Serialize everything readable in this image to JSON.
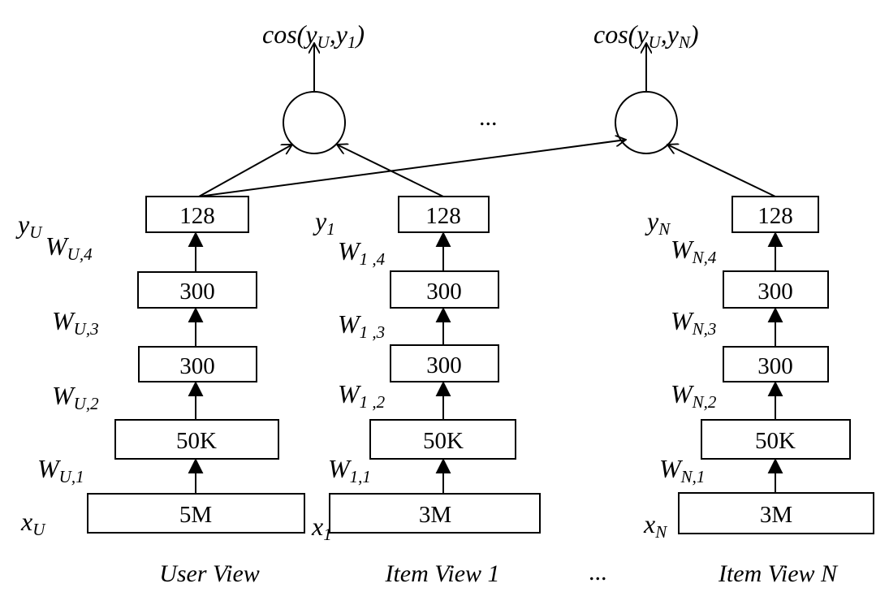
{
  "outputs": [
    {
      "prefix": "cos(",
      "a": "y",
      "a_sub": "U",
      "sep": ",",
      "b": "y",
      "b_sub": "1",
      "suffix": ")"
    },
    {
      "prefix": "cos(",
      "a": "y",
      "a_sub": "U",
      "sep": ",",
      "b": "y",
      "b_sub": "N",
      "suffix": ")"
    }
  ],
  "ellipsis": "...",
  "columns": [
    {
      "caption": "User View",
      "input": {
        "sym": "x",
        "sub": "U"
      },
      "output": {
        "sym": "y",
        "sub": "U"
      },
      "layers": [
        "5M",
        "50K",
        "300",
        "300",
        "128"
      ],
      "weights": [
        {
          "sym": "W",
          "sub": "U,1"
        },
        {
          "sym": "W",
          "sub": "U,2"
        },
        {
          "sym": "W",
          "sub": "U,3"
        },
        {
          "sym": "W",
          "sub": "U,4"
        }
      ]
    },
    {
      "caption": "Item View 1",
      "input": {
        "sym": "x",
        "sub": "1"
      },
      "output": {
        "sym": "y",
        "sub": "1"
      },
      "layers": [
        "3M",
        "50K",
        "300",
        "300",
        "128"
      ],
      "weights": [
        {
          "sym": "W",
          "sub": "1,1"
        },
        {
          "sym": "W",
          "sub": "1 ,2"
        },
        {
          "sym": "W",
          "sub": "1 ,3"
        },
        {
          "sym": "W",
          "sub": "1 ,4"
        }
      ]
    },
    {
      "caption": "Item View N",
      "input": {
        "sym": "x",
        "sub": "N"
      },
      "output": {
        "sym": "y",
        "sub": "N"
      },
      "layers": [
        "3M",
        "50K",
        "300",
        "300",
        "128"
      ],
      "weights": [
        {
          "sym": "W",
          "sub": "N,1"
        },
        {
          "sym": "W",
          "sub": "N,2"
        },
        {
          "sym": "W",
          "sub": "N,3"
        },
        {
          "sym": "W",
          "sub": "N,4"
        }
      ]
    }
  ]
}
